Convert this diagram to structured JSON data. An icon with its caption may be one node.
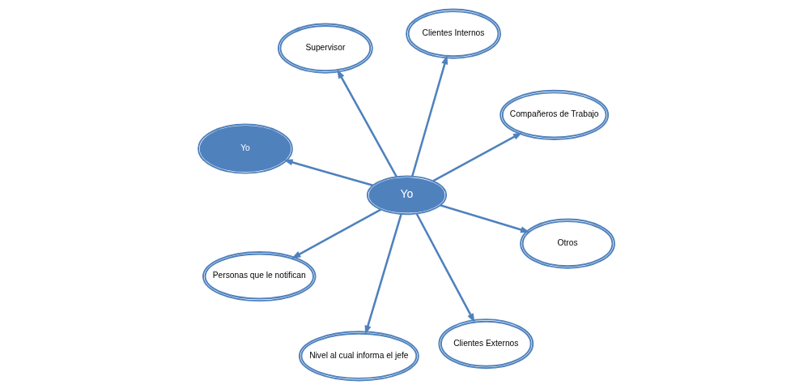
{
  "diagram": {
    "nodes": [
      {
        "text": [
          "Yo"
        ]
      },
      {
        "text": [
          "Compañeros de Trabajo"
        ]
      },
      {
        "text": [
          "Clientes Externos"
        ]
      },
      {
        "text": [
          "Clientes Internos"
        ]
      },
      {
        "text": [
          "Yo"
        ]
      },
      {
        "text": [
          "Supervisor"
        ]
      },
      {
        "text": [
          "Personas que le notifican"
        ]
      },
      {
        "text": [
          "Otros"
        ]
      },
      {
        "text": [
          "Nivel al cual informa el jefe"
        ]
      }
    ],
    "edges": [
      {
        "from": 4,
        "to": 0,
        "arrow": "to"
      },
      {
        "from": 4,
        "to": 1,
        "arrow": "to"
      },
      {
        "from": 4,
        "to": 2,
        "arrow": "to"
      },
      {
        "from": 4,
        "to": 3,
        "arrow": "to"
      },
      {
        "from": 4,
        "to": 5,
        "arrow": "to"
      },
      {
        "from": 4,
        "to": 6,
        "arrow": "to"
      },
      {
        "from": 4,
        "to": 7,
        "arrow": "to"
      },
      {
        "from": 4,
        "to": 8,
        "arrow": "to"
      }
    ]
  }
}
